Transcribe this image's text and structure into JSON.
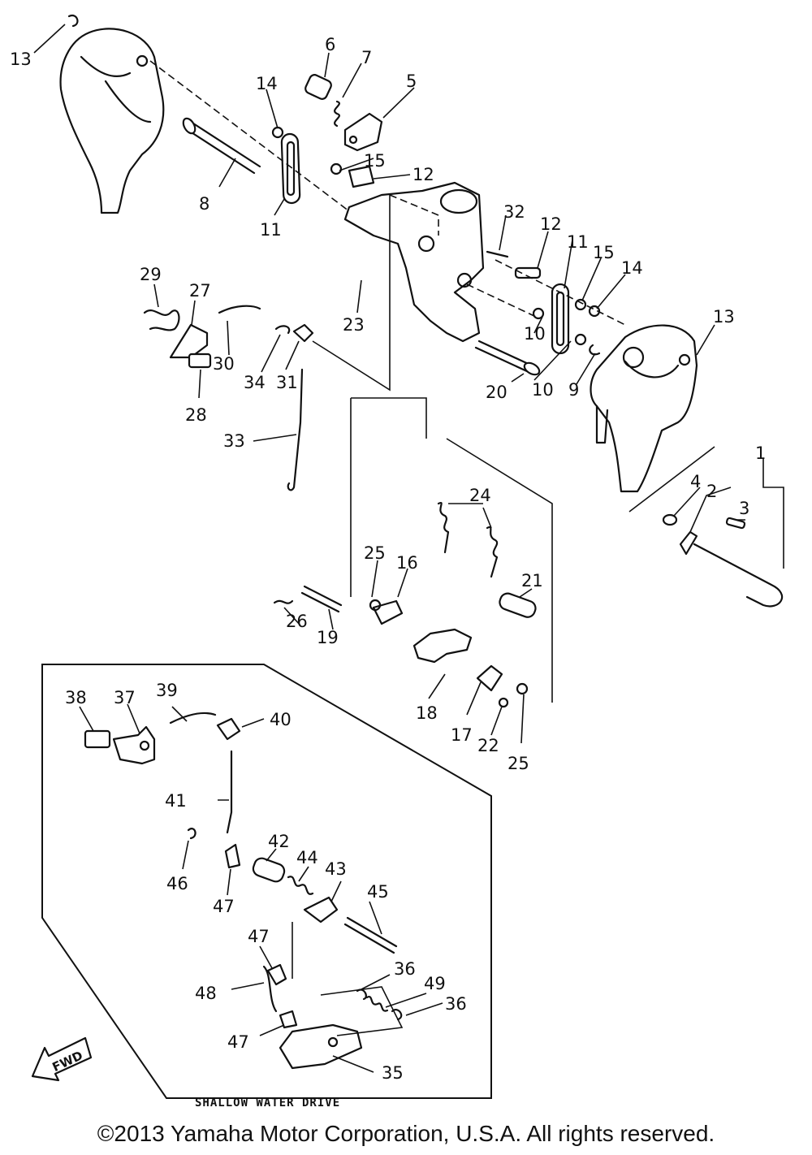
{
  "callouts": [
    "1",
    "2",
    "3",
    "4",
    "5",
    "6",
    "7",
    "8",
    "9",
    "10",
    "10",
    "11",
    "11",
    "12",
    "12",
    "13",
    "13",
    "14",
    "14",
    "15",
    "15",
    "16",
    "17",
    "18",
    "19",
    "20",
    "21",
    "22",
    "23",
    "24",
    "25",
    "25",
    "26",
    "27",
    "28",
    "29",
    "30",
    "31",
    "32",
    "33",
    "34",
    "35",
    "36",
    "36",
    "37",
    "38",
    "39",
    "40",
    "41",
    "42",
    "43",
    "44",
    "45",
    "46",
    "47",
    "47",
    "47",
    "48",
    "49"
  ],
  "inset_caption": "SHALLOW WATER DRIVE",
  "fwd_label": "FWD",
  "copyright": "©2013 Yamaha Motor Corporation, U.S.A. All rights reserved."
}
